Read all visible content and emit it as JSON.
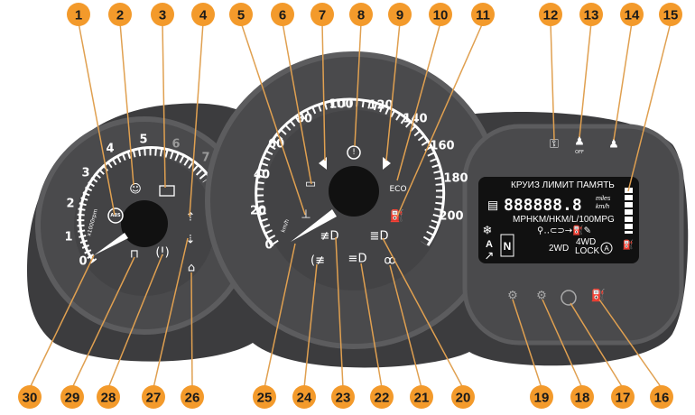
{
  "tachometer": {
    "labels": [
      "0",
      "1",
      "2",
      "3",
      "4",
      "5",
      "6",
      "7"
    ],
    "unit": "x1000rpm"
  },
  "speedometer": {
    "labels": [
      "0",
      "20",
      "40",
      "60",
      "80",
      "100",
      "120",
      "140",
      "160",
      "180",
      "200"
    ],
    "unit": "km/h"
  },
  "indicators": {
    "abs": "ABS",
    "eco": "ECO",
    "esp_off": "OFF"
  },
  "lcd": {
    "modes": "КРУИЗ  ЛИМИТ  ПАМЯТЬ",
    "odometer": "888888.8",
    "unit_miles": "miles",
    "unit_kmh": "km/h",
    "consumption_units": "MPHKM/HKM/L/100MPG",
    "gear_auto": "A",
    "gear_display": "N",
    "drive_2wd": "2WD",
    "drive_4wd": "4WD",
    "drive_lock": "LOCK",
    "auto_mode": "A"
  },
  "callouts": {
    "top": [
      "1",
      "2",
      "3",
      "4",
      "5",
      "6",
      "7",
      "8",
      "9",
      "10",
      "11",
      "12",
      "13",
      "14",
      "15"
    ],
    "bottom": [
      "30",
      "29",
      "28",
      "27",
      "26",
      "25",
      "24",
      "23",
      "22",
      "21",
      "20",
      "19",
      "18",
      "17",
      "16"
    ]
  },
  "colors": {
    "callout": "#f39a2b",
    "panel": "#4a4a4c",
    "panel_dark": "#2e2e30",
    "leader": "#e0a050"
  }
}
